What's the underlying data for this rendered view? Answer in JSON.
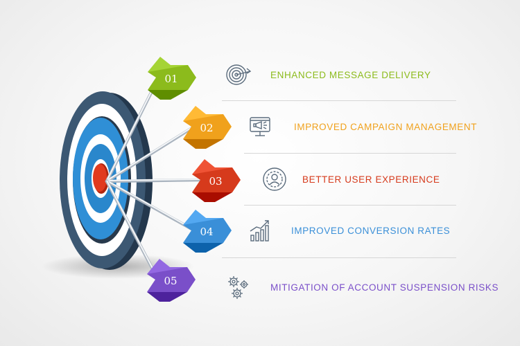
{
  "items": [
    {
      "number": "01",
      "label": "ENHANCED MESSAGE DELIVERY",
      "color": "#8cbb1c",
      "icon": "target-arrow-icon"
    },
    {
      "number": "02",
      "label": "IMPROVED CAMPAIGN MANAGEMENT",
      "color": "#f0a11c",
      "icon": "monitor-megaphone-icon"
    },
    {
      "number": "03",
      "label": "BETTER USER EXPERIENCE",
      "color": "#d63a1c",
      "icon": "user-circle-icon"
    },
    {
      "number": "04",
      "label": "IMPROVED CONVERSION RATES",
      "color": "#3a8fd8",
      "icon": "growth-chart-icon"
    },
    {
      "number": "05",
      "label": "MITIGATION OF ACCOUNT SUSPENSION RISKS",
      "color": "#7a4fc9",
      "icon": "gears-icon"
    }
  ],
  "colors": {
    "ring_outer": "#36506a",
    "ring_blue": "#2f8fd6",
    "ring_white": "#ffffff",
    "bullseye": "#e13a1e",
    "icon_stroke": "#5a6b7c",
    "shaft": "#e4e8ec"
  }
}
